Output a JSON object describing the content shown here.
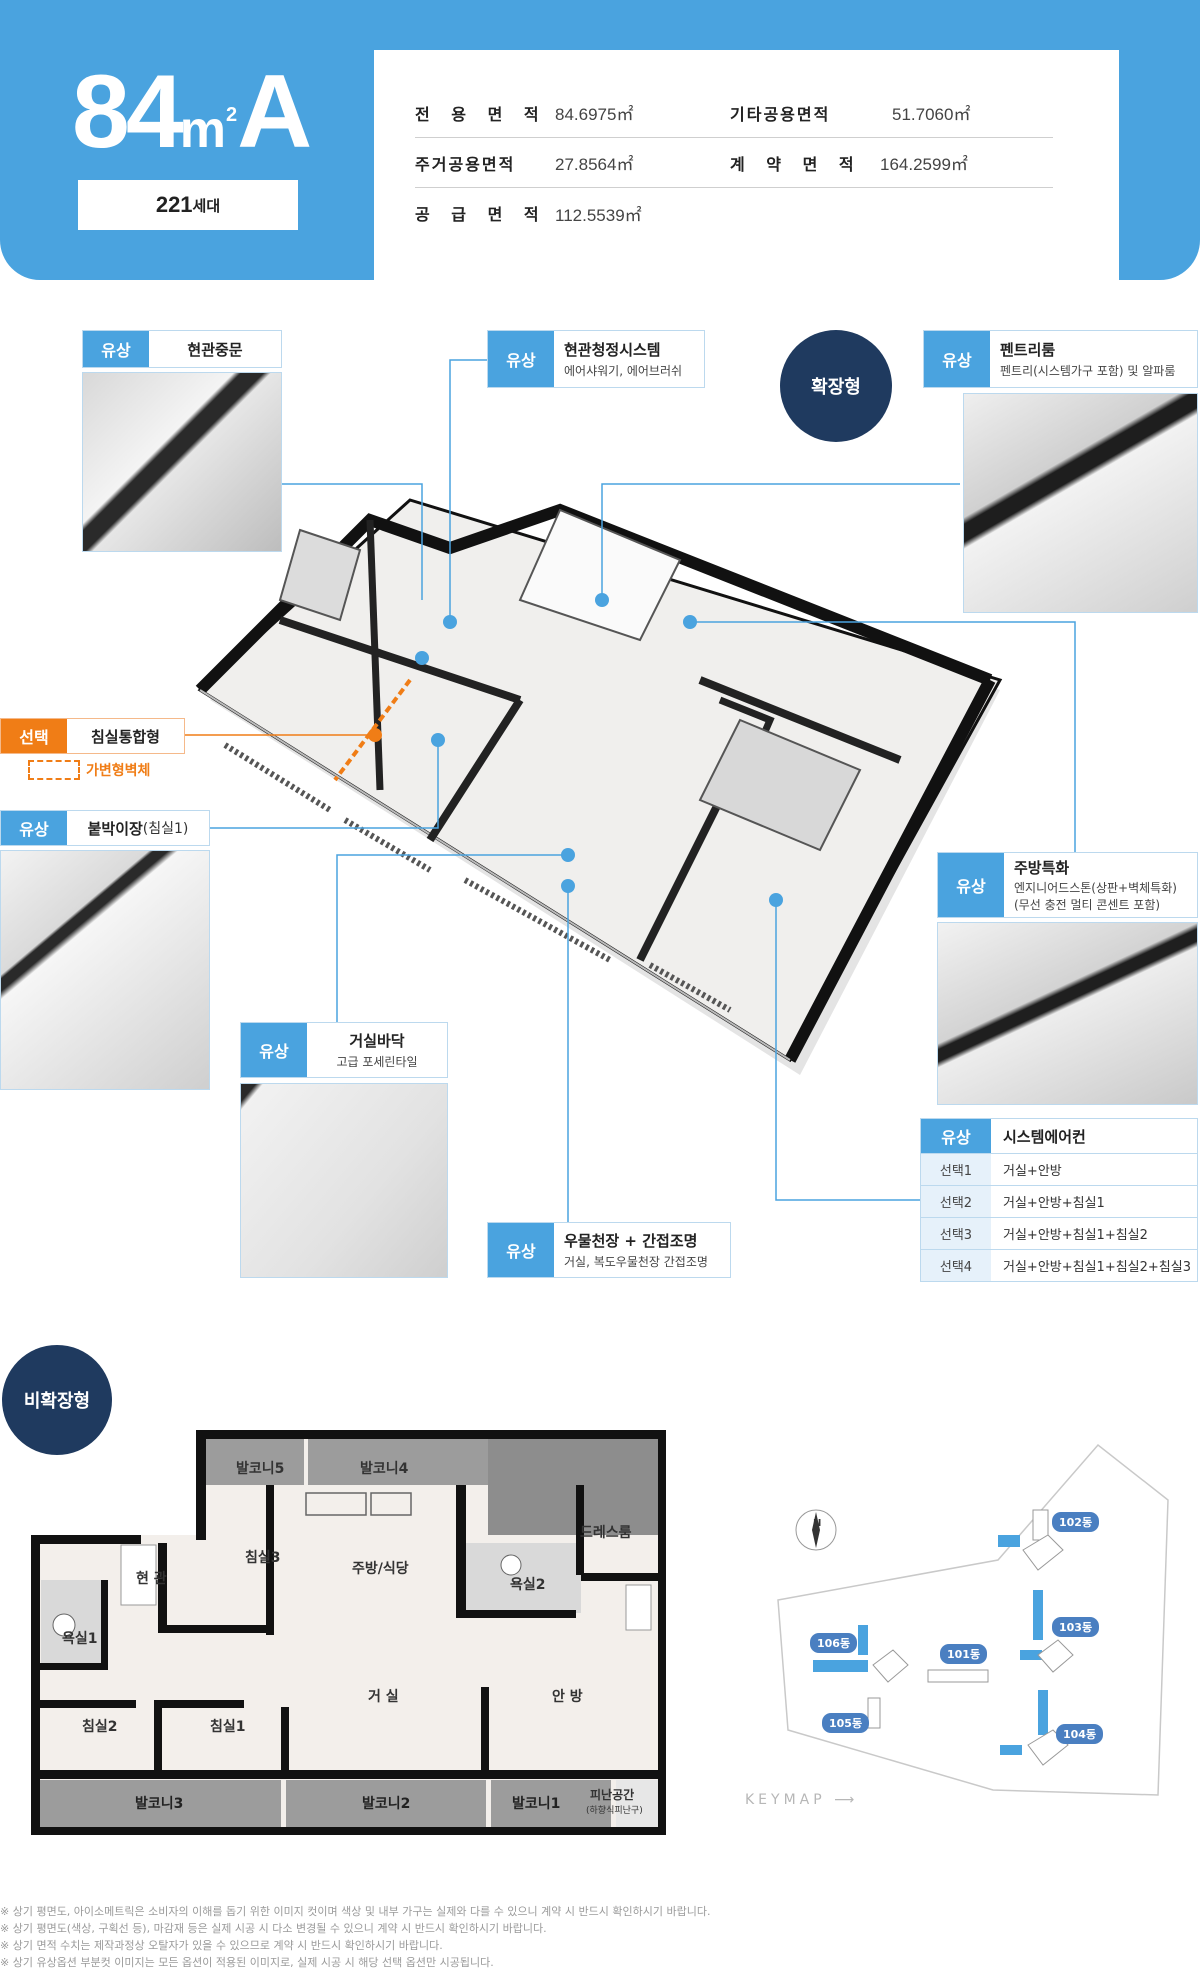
{
  "header": {
    "type_number": "84",
    "type_unit": "m",
    "type_unit_sup": "2",
    "type_letter": "A",
    "households": "221",
    "households_unit": "세대"
  },
  "areas": [
    {
      "label": "전 용 면 적",
      "value": "84.6975㎡",
      "label2": "기타공용면적",
      "value2": "51.7060㎡"
    },
    {
      "label": "주거공용면적",
      "value": "27.8564㎡",
      "label2": "계 약 면 적",
      "value2": "164.2599㎡"
    },
    {
      "label": "공 급 면 적",
      "value": "112.5539㎡",
      "label2": "",
      "value2": ""
    }
  ],
  "expanded_badge": "확장형",
  "non_expanded_badge": "비확장형",
  "callouts": {
    "entrance_door": {
      "tag": "유상",
      "title": "현관중문"
    },
    "entrance_clean": {
      "tag": "유상",
      "title": "현관청정시스템",
      "sub": "에어샤워기, 에어브러쉬"
    },
    "pantry": {
      "tag": "유상",
      "title": "펜트리룸",
      "sub": "펜트리(시스템가구 포함) 및 알파룸"
    },
    "bedroom_merge": {
      "tag": "선택",
      "title": "침실통합형",
      "legend": "가변형벽체"
    },
    "closet": {
      "tag": "유상",
      "title": "붙박이장",
      "title_suffix": "(침실1)"
    },
    "kitchen": {
      "tag": "유상",
      "title": "주방특화",
      "sub": "엔지니어드스톤(상판+벽체특화)",
      "sub2": "(무선 충전 멀티 콘센트 포함)"
    },
    "floor": {
      "tag": "유상",
      "title": "거실바닥",
      "sub": "고급 포세린타일"
    },
    "ceiling": {
      "tag": "유상",
      "title": "우물천장 + 간접조명",
      "sub": "거실, 복도우물천장 간접조명"
    }
  },
  "aircon": {
    "tag": "유상",
    "title": "시스템에어컨",
    "rows": [
      {
        "opt": "선택1",
        "val": "거실+안방"
      },
      {
        "opt": "선택2",
        "val": "거실+안방+침실1"
      },
      {
        "opt": "선택3",
        "val": "거실+안방+침실1+침실2"
      },
      {
        "opt": "선택4",
        "val": "거실+안방+침실1+침실2+침실3"
      }
    ]
  },
  "plan_rooms": {
    "balcony5": "발코니5",
    "balcony4": "발코니4",
    "dressroom": "드레스룸",
    "bed3": "침실3",
    "kitchen": "주방/식당",
    "entrance": "현 관",
    "bath2": "욕실2",
    "bath1": "욕실1",
    "living": "거 실",
    "master": "안 방",
    "bed2": "침실2",
    "bed1": "침실1",
    "balcony3": "발코니3",
    "balcony2": "발코니2",
    "balcony1": "발코니1",
    "refuge": "피난공간",
    "refuge_sub": "(하향식피난구)"
  },
  "keymap": {
    "label": "KEYMAP",
    "north": "N",
    "buildings": [
      "102동",
      "103동",
      "101동",
      "106동",
      "105동",
      "104동"
    ]
  },
  "notes": [
    "※ 상기 평면도, 아이소메트릭은 소비자의 이해를 돕기 위한 이미지 컷이며 색상 및 내부 가구는 실제와 다를 수 있으니 계약 시 반드시 확인하시기 바랍니다.",
    "※ 상기 평면도(색상, 구획선 등), 마감재 등은 실제 시공 시 다소 변경될 수 있으니 계약 시 반드시 확인하시기 바랍니다.",
    "※ 상기 면적 수치는 제작과정상 오탈자가 있을 수 있으므로 계약 시 반드시 확인하시기 바랍니다.",
    "※ 상기 유상옵션 부분컷 이미지는 모든 옵션이 적용된 이미지로, 실제 시공 시 해당 선택 옵션만 시공됩니다."
  ],
  "colors": {
    "accent": "#4aa3df",
    "navy": "#1f3a5f",
    "orange": "#f07d16"
  }
}
